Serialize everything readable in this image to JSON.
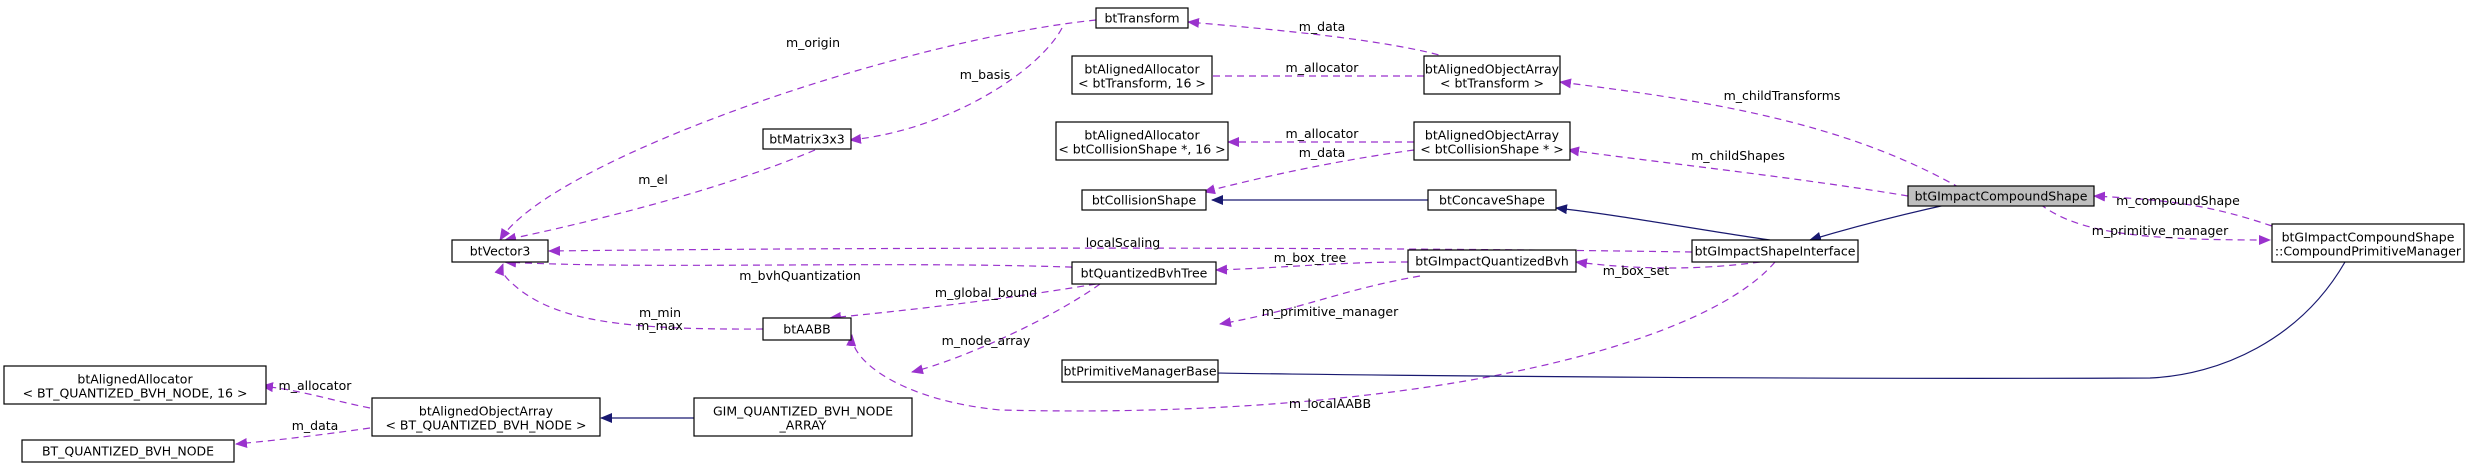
{
  "nodes": {
    "btTransform": [
      "btTransform"
    ],
    "alloc_transform": [
      "btAlignedAllocator",
      "< btTransform, 16 >"
    ],
    "arr_transform": [
      "btAlignedObjectArray",
      "< btTransform >"
    ],
    "btMatrix3x3": [
      "btMatrix3x3"
    ],
    "alloc_cs": [
      "btAlignedAllocator",
      "< btCollisionShape *, 16 >"
    ],
    "arr_cs": [
      "btAlignedObjectArray",
      "< btCollisionShape * >"
    ],
    "btGImpactCompoundShape": [
      "btGImpactCompoundShape"
    ],
    "btCollisionShape": [
      "btCollisionShape"
    ],
    "btConcaveShape": [
      "btConcaveShape"
    ],
    "btVector3": [
      "btVector3"
    ],
    "btGImpactShapeInterface": [
      "btGImpactShapeInterface"
    ],
    "cpm": [
      "btGImpactCompoundShape",
      "::CompoundPrimitiveManager"
    ],
    "btQuantizedBvhTree": [
      "btQuantizedBvhTree"
    ],
    "btGImpactQuantizedBvh": [
      "btGImpactQuantizedBvh"
    ],
    "btAABB": [
      "btAABB"
    ],
    "btPrimitiveManagerBase": [
      "btPrimitiveManagerBase"
    ],
    "alloc_bvh": [
      "btAlignedAllocator",
      "< BT_QUANTIZED_BVH_NODE, 16 >"
    ],
    "arr_bvh": [
      "btAlignedObjectArray",
      "< BT_QUANTIZED_BVH_NODE >"
    ],
    "gim_arr": [
      "GIM_QUANTIZED_BVH_NODE",
      "_ARRAY"
    ],
    "bvh_node": [
      "BT_QUANTIZED_BVH_NODE"
    ]
  },
  "edges": {
    "m_origin": [
      "m_origin"
    ],
    "m_basis": [
      "m_basis"
    ],
    "m_data_transform": [
      "m_data"
    ],
    "m_allocator_transform": [
      "m_allocator"
    ],
    "m_childTransforms": [
      "m_childTransforms"
    ],
    "m_allocator_cs": [
      "m_allocator"
    ],
    "m_data_cs": [
      "m_data"
    ],
    "m_childShapes": [
      "m_childShapes"
    ],
    "m_el": [
      "m_el"
    ],
    "localScaling": [
      "localScaling"
    ],
    "m_compoundShape": [
      "m_compoundShape"
    ],
    "m_primitive_manager_cpm": [
      "m_primitive_manager"
    ],
    "m_bvhQuantization": [
      "m_bvhQuantization"
    ],
    "m_box_tree": [
      "m_box_tree"
    ],
    "m_box_set": [
      "m_box_set"
    ],
    "m_global_bound": [
      "m_global_bound"
    ],
    "m_primitive_manager_qb": [
      "m_primitive_manager"
    ],
    "m_min_max": [
      "m_min",
      "m_max"
    ],
    "m_node_array": [
      "m_node_array"
    ],
    "m_allocator_bvh": [
      "m_allocator"
    ],
    "m_data_bvh": [
      "m_data"
    ],
    "m_localAABB": [
      "m_localAABB"
    ]
  },
  "colors": {
    "usage_edge": "#9a32cd",
    "inherit_edge": "#191970",
    "focus_fill": "#bfbfbf"
  }
}
